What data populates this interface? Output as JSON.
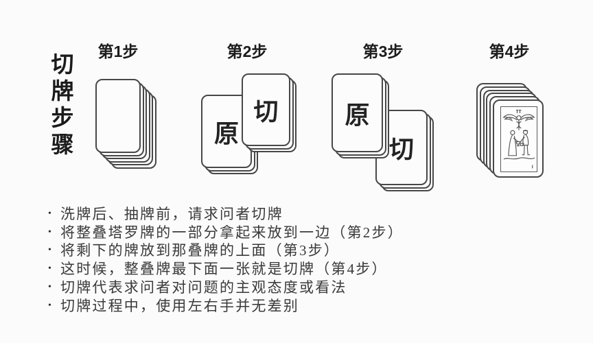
{
  "title": {
    "text": "切牌步骤"
  },
  "bullet_char": "•",
  "steps": [
    {
      "label": "第1步"
    },
    {
      "label": "第2步",
      "left_card": "原",
      "right_card": "切"
    },
    {
      "label": "第3步",
      "left_card": "原",
      "right_card": "切"
    },
    {
      "label": "第4步"
    }
  ],
  "notes": [
    "洗牌后、抽牌前，请求问者切牌",
    "将整叠塔罗牌的一部分拿起来放到一边（第2步）",
    "将剩下的牌放到那叠牌的上面（第3步）",
    "这时候，整叠牌最下面一张就是切牌（第4步）",
    "切牌代表求问者对问题的主观态度或看法",
    "切牌过程中，使用左右手并无差别"
  ],
  "colors": {
    "background": "#fbfbfb",
    "card_outline": "#474747",
    "heading_text": "#1c1c1c",
    "body_text": "#3a3a3a"
  }
}
